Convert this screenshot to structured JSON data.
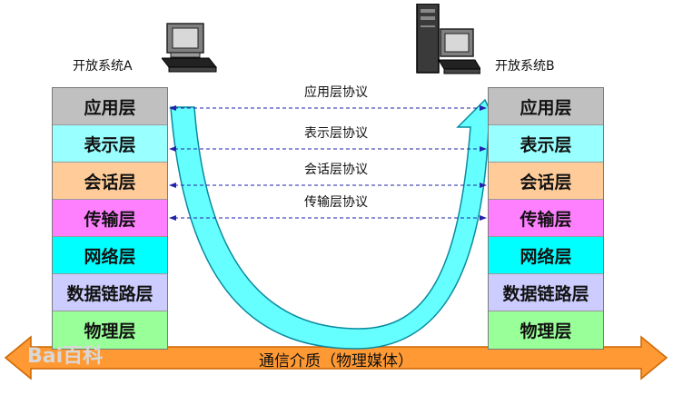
{
  "system_a": {
    "label": "开放系统A"
  },
  "system_b": {
    "label": "开放系统B"
  },
  "layers": [
    {
      "name": "应用层",
      "color": "#c0c0c0"
    },
    {
      "name": "表示层",
      "color": "#99ffff"
    },
    {
      "name": "会话层",
      "color": "#ffcc99"
    },
    {
      "name": "传输层",
      "color": "#ff80ff"
    },
    {
      "name": "网络层",
      "color": "#00ffff"
    },
    {
      "name": "数据链路层",
      "color": "#ccccff"
    },
    {
      "name": "物理层",
      "color": "#99ff99"
    }
  ],
  "protocols": [
    {
      "label": "应用层协议"
    },
    {
      "label": "表示层协议"
    },
    {
      "label": "会话层协议"
    },
    {
      "label": "传输层协议"
    }
  ],
  "media": {
    "label": "通信介质（物理媒体）",
    "color": "#ff9933"
  },
  "data_flow": {
    "color": "#66ffff",
    "icon": "u-turn-arrow"
  },
  "watermark": {
    "text": "Bai百科"
  }
}
